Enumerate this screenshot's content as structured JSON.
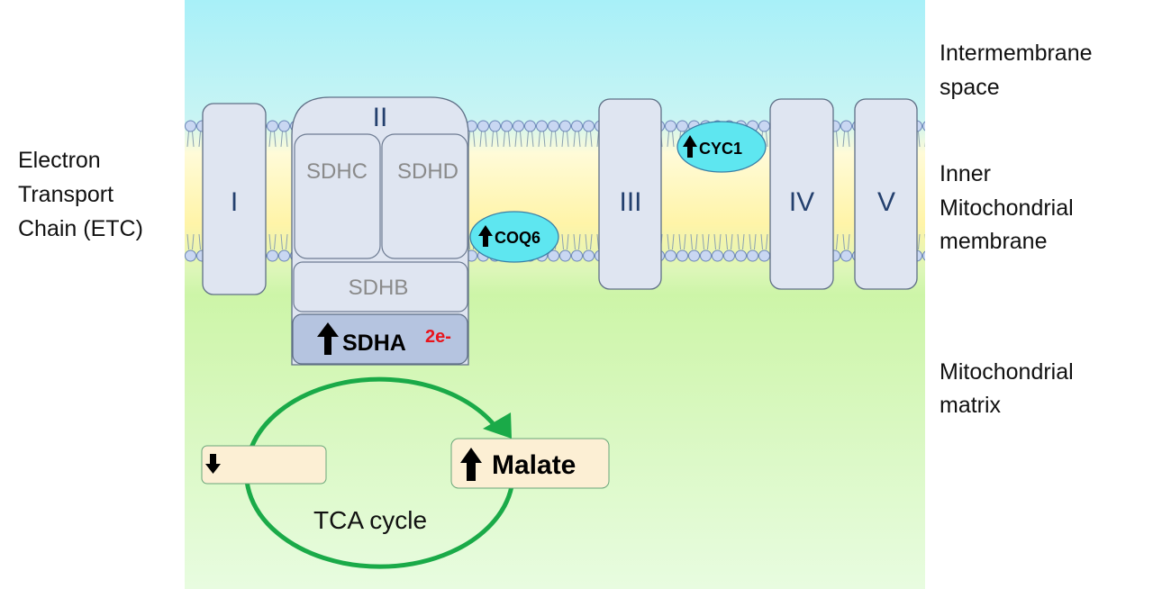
{
  "left_label": [
    "Electron",
    "Transport",
    "Chain (ETC)"
  ],
  "right_labels": {
    "intermembrane": [
      "Intermembrane",
      "space"
    ],
    "inner_membrane": [
      "Inner",
      "Mitochondrial",
      "membrane"
    ],
    "matrix": [
      "Mitochondrial",
      "matrix"
    ]
  },
  "complexes": {
    "I": "I",
    "II": "II",
    "III": "III",
    "IV": "IV",
    "V": "V"
  },
  "subunits": {
    "sdhc": "SDHC",
    "sdhd": "SDHD",
    "sdhb": "SDHB",
    "sdha": "SDHA",
    "electrons": "2e-"
  },
  "proteins": {
    "coq6": "COQ6",
    "cyc1": "CYC1"
  },
  "tca": {
    "label": "TCA cycle",
    "malate": "Malate",
    "down_box": ""
  },
  "colors": {
    "cycle": "#1aaa48",
    "ellipse": "#5ee6f0",
    "electrons": "#e8141c",
    "metabolite_box": "#fcefd4"
  }
}
